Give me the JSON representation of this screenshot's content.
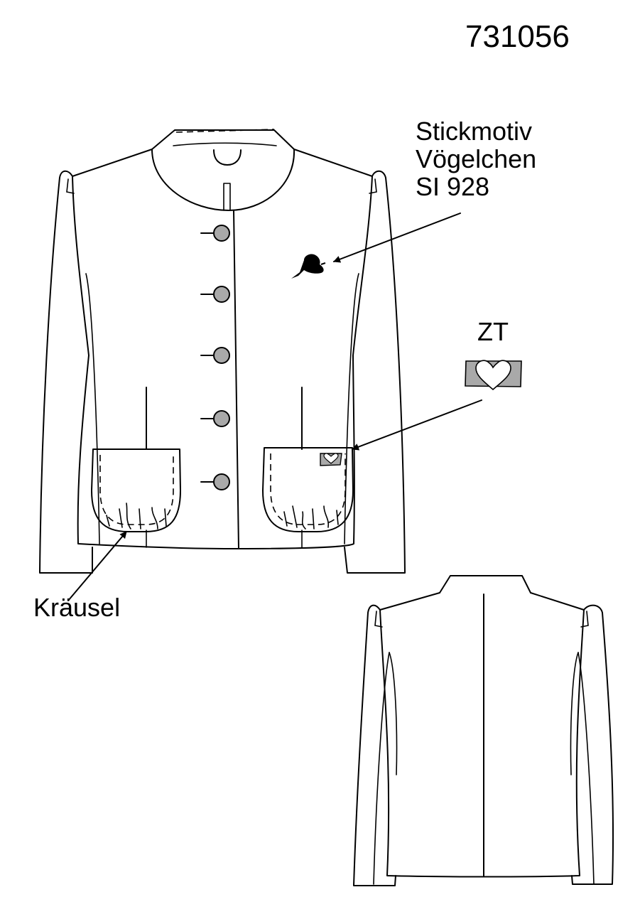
{
  "article_number": "731056",
  "callouts": {
    "embroidery_line1": "Stickmotiv",
    "embroidery_line2": "Vögelchen",
    "embroidery_line3": "SI 928",
    "tag": "ZT",
    "gathering": "Kräusel"
  },
  "colors": {
    "line": "#000000",
    "button_fill": "#a9a9a9",
    "tag_fill": "#a9a9a9",
    "motif_fill": "#000000",
    "background": "#ffffff"
  },
  "icons": {
    "embroidery_motif": "bird-icon",
    "tag_heart": "heart-icon"
  }
}
